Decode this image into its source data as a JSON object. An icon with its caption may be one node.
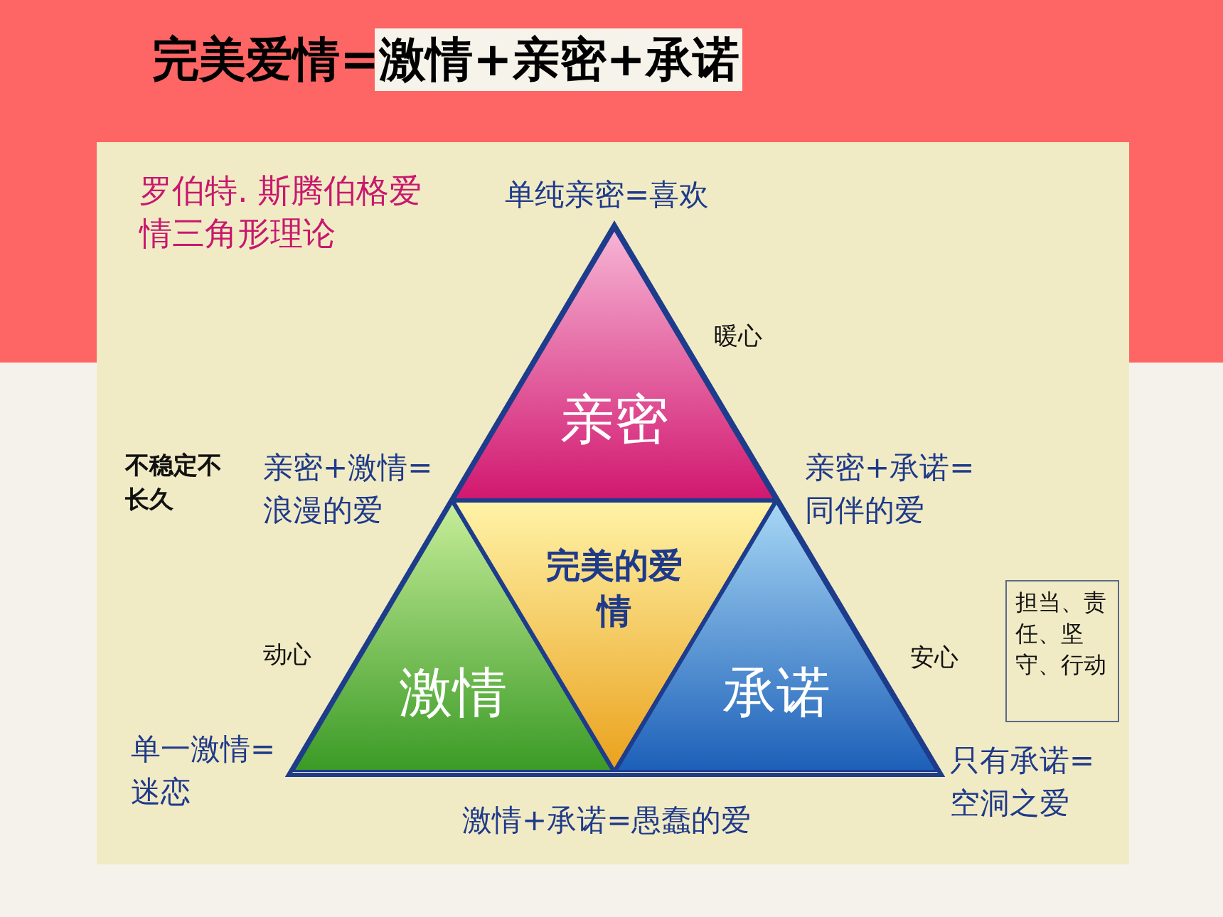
{
  "diagram": {
    "title": "完美爱情=激情+亲密+承诺",
    "nodes": [
      {
        "text": [
          "亲密"
        ]
      },
      {
        "text": [
          "激情"
        ]
      },
      {
        "text": [
          "完美的爱情"
        ]
      },
      {
        "text": [
          "承诺"
        ]
      },
      {
        "text": [
          "担当、责任、坚守、行动"
        ]
      }
    ],
    "edges": [],
    "labels": [
      "罗伯特. 斯腾伯格爱情三角形理论",
      "单纯亲密=喜欢",
      "暖心",
      "不稳定不长久",
      "亲密+激情=浪漫的爱",
      "亲密+承诺=同伴的爱",
      "动心",
      "安心",
      "单一激情=迷恋",
      "激情+承诺=愚蠢的爱",
      "只有承诺=空洞之爱"
    ]
  }
}
